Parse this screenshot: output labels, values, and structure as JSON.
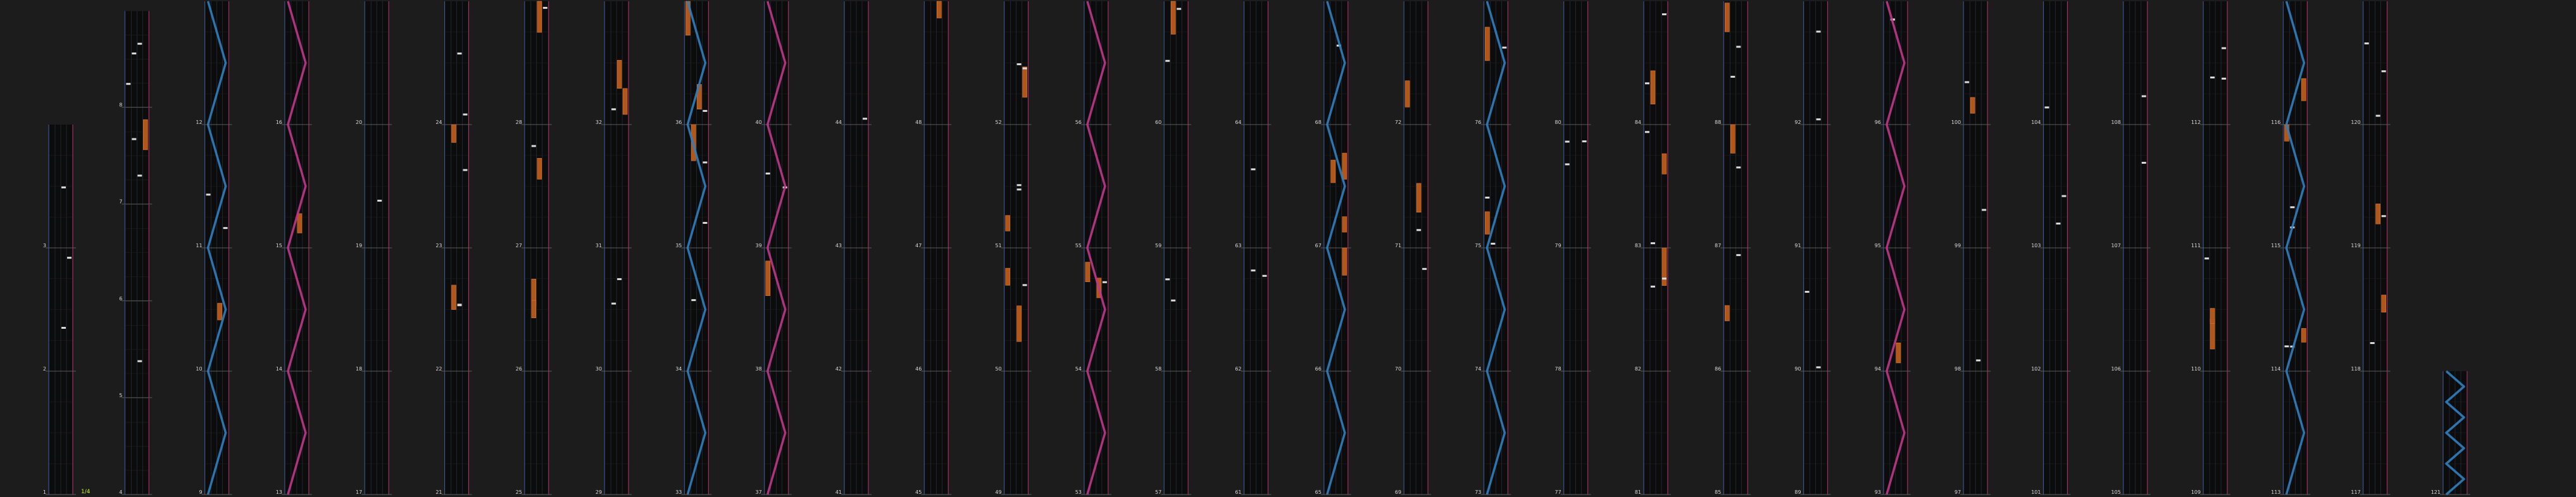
{
  "app": {
    "title": ""
  },
  "colors": {
    "background": "#1c1c1c",
    "lane": "#0c0c0c",
    "grid": "#2c3850",
    "lane_left_border": "#3a5a9a",
    "lane_right_border": "#b0306a",
    "measure_line": "#5a5a5a",
    "tap_note": "#dcdcdc",
    "hold_note": "#b3561a",
    "hold_note_border": "#e07a30",
    "laser_left": "#2f7fc0",
    "laser_right": "#c0368a",
    "slam_note": "#c8dcf0",
    "measure_number": "#d8d8d8",
    "current_marker": "#c8f032"
  },
  "status": {
    "current_beat_label": "1/4"
  },
  "chart_data": {
    "type": "rhythm-chart",
    "measures_per_column": 4,
    "lanes_per_measure": 4,
    "columns": [
      {
        "measures": [
          1,
          2,
          3
        ]
      },
      {
        "measures": [
          4,
          5,
          6,
          7,
          8
        ]
      },
      {
        "measures": [
          9,
          10,
          11,
          12
        ]
      },
      {
        "measures": [
          13,
          14,
          15,
          16
        ]
      },
      {
        "measures": [
          17,
          18,
          19,
          20
        ]
      },
      {
        "measures": [
          21,
          22,
          23,
          24
        ]
      },
      {
        "measures": [
          25,
          26,
          27,
          28
        ]
      },
      {
        "measures": [
          29,
          30,
          31,
          32
        ]
      },
      {
        "measures": [
          33,
          34,
          35,
          36
        ]
      },
      {
        "measures": [
          37,
          38,
          39,
          40
        ]
      },
      {
        "measures": [
          41,
          42,
          43,
          44
        ]
      },
      {
        "measures": [
          45,
          46,
          47,
          48
        ]
      },
      {
        "measures": [
          49,
          50,
          51,
          52
        ]
      },
      {
        "measures": [
          53,
          54,
          55,
          56
        ]
      },
      {
        "measures": [
          57,
          58,
          59,
          60
        ]
      },
      {
        "measures": [
          61,
          62,
          63,
          64
        ]
      },
      {
        "measures": [
          65,
          66,
          67,
          68
        ]
      },
      {
        "measures": [
          69,
          70,
          71,
          72
        ]
      },
      {
        "measures": [
          73,
          74,
          75,
          76
        ]
      },
      {
        "measures": [
          77,
          78,
          79,
          80
        ]
      },
      {
        "measures": [
          81,
          82,
          83,
          84
        ]
      },
      {
        "measures": [
          85,
          86,
          87,
          88
        ]
      },
      {
        "measures": [
          89,
          90,
          91,
          92
        ]
      },
      {
        "measures": [
          93,
          94,
          95,
          96
        ]
      },
      {
        "measures": [
          97,
          98,
          99,
          100
        ]
      },
      {
        "measures": [
          101,
          102,
          103,
          104
        ]
      },
      {
        "measures": [
          105,
          106,
          107,
          108
        ]
      },
      {
        "measures": [
          109,
          110,
          111,
          112
        ]
      },
      {
        "measures": [
          113,
          114,
          115,
          116
        ]
      },
      {
        "measures": [
          117,
          118,
          119,
          120
        ]
      },
      {
        "measures": [
          121
        ]
      }
    ]
  }
}
